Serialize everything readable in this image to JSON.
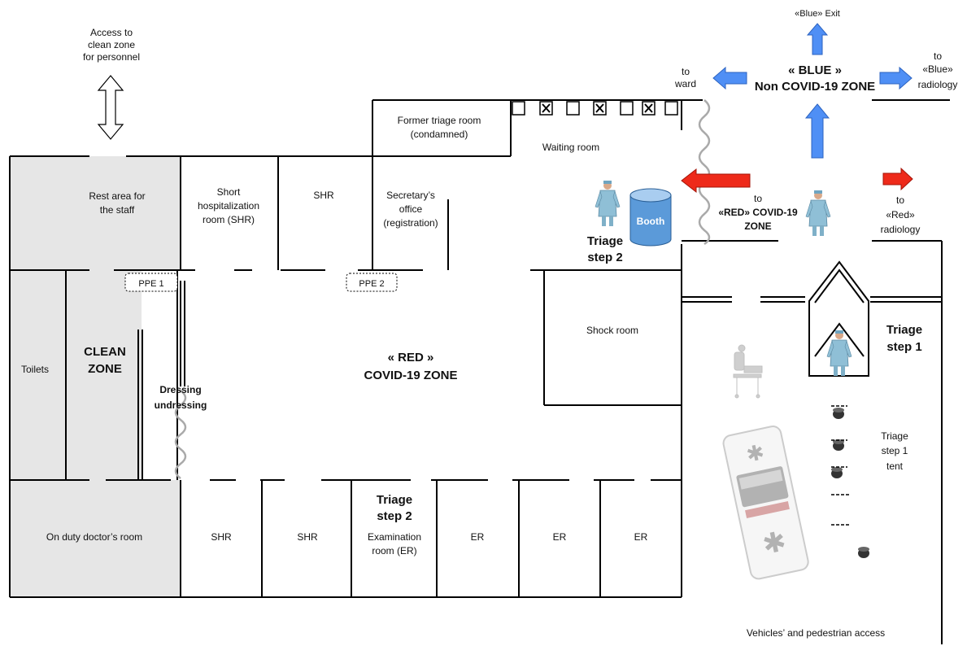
{
  "labels": {
    "access_clean_1": "Access to",
    "access_clean_2": "clean zone",
    "access_clean_3": "for personnel",
    "blue_exit": "«Blue» Exit",
    "to_ward_1": "to",
    "to_ward_2": "ward",
    "blue_zone_1": "« BLUE »",
    "blue_zone_2": "Non COVID-19 ZONE",
    "to_blue_rad_1": "to",
    "to_blue_rad_2": "«Blue»",
    "to_blue_rad_3": "radiology",
    "former_triage_1": "Former triage room",
    "former_triage_2": "(condamned)",
    "waiting_room": "Waiting room",
    "rest_area_1": "Rest area for",
    "rest_area_2": "the staff",
    "short_hosp_1": "Short",
    "short_hosp_2": "hospitalization",
    "short_hosp_3": "room (SHR)",
    "shr_top": "SHR",
    "secretary_1": "Secretary’s",
    "secretary_2": "office",
    "secretary_3": "(registration)",
    "booth": "Booth",
    "triage2_top_1": "Triage",
    "triage2_top_2": "step 2",
    "to_red_1": "to",
    "to_red_2": "«RED» COVID-19",
    "to_red_3": "ZONE",
    "to_red_rad_1": "to",
    "to_red_rad_2": "«Red»",
    "to_red_rad_3": "radiology",
    "ppe1": "PPE 1",
    "ppe2": "PPE 2",
    "shock_room": "Shock room",
    "triage1_1": "Triage",
    "triage1_2": "step 1",
    "toilets": "Toilets",
    "clean_zone_1": "CLEAN",
    "clean_zone_2": "ZONE",
    "red_zone_1": "« RED »",
    "red_zone_2": "COVID-19 ZONE",
    "dressing_1": "Dressing",
    "dressing_2": "undressing",
    "tent_1": "Triage",
    "tent_2": "step 1",
    "tent_3": "tent",
    "on_duty": "On duty doctor’s room",
    "shr_b1": "SHR",
    "shr_b2": "SHR",
    "triage2_bot_1": "Triage",
    "triage2_bot_2": "step 2",
    "exam_1": "Examination",
    "exam_2": "room (ER)",
    "er_1": "ER",
    "er_2": "ER",
    "er_3": "ER",
    "vehicles": "Vehicles’ and pedestrian access"
  },
  "colors": {
    "blue_arrow": "#4f8ff5",
    "red_arrow": "#ee2a1a",
    "clean_fill": "#e6e6e6",
    "booth_fill": "#5b9ad9",
    "gown": "#8fbfd6"
  },
  "icons": {
    "double_arrow": "double-headed-arrow-icon",
    "person": "medical-staff-icon",
    "ambulance": "ambulance-icon",
    "stretcher": "stretcher-icon",
    "booth": "booth-icon",
    "chair": "waiting-chair-icon"
  }
}
